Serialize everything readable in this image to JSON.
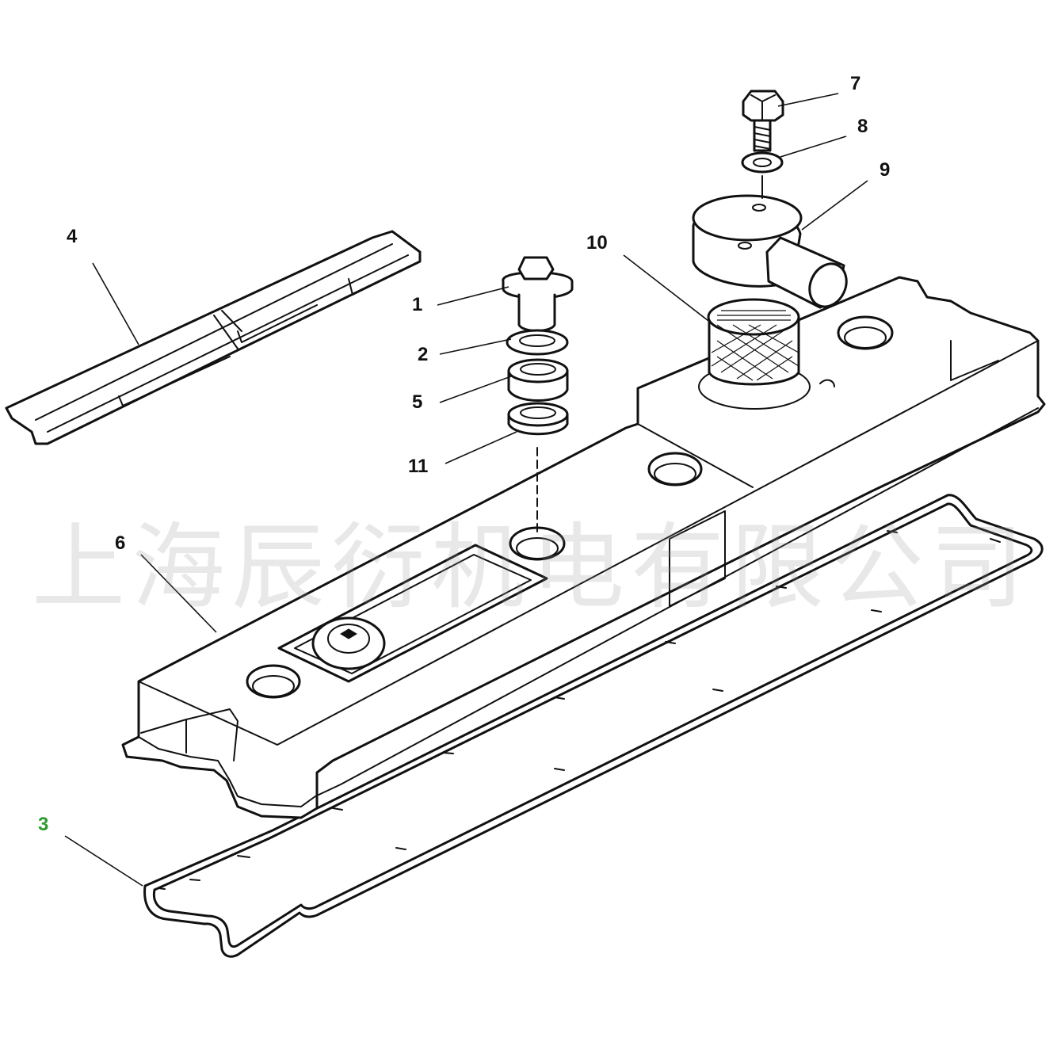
{
  "watermark": {
    "text": "上海辰衍机电有限公司"
  },
  "colors": {
    "line": "#111111",
    "background": "#ffffff",
    "highlight_label": "#2e9b2e",
    "watermark": "#969696"
  },
  "callouts": [
    {
      "id": "1",
      "text": "1"
    },
    {
      "id": "2",
      "text": "2"
    },
    {
      "id": "3",
      "text": "3",
      "highlighted": true
    },
    {
      "id": "4",
      "text": "4"
    },
    {
      "id": "5",
      "text": "5"
    },
    {
      "id": "6",
      "text": "6"
    },
    {
      "id": "7",
      "text": "7"
    },
    {
      "id": "8",
      "text": "8"
    },
    {
      "id": "9",
      "text": "9"
    },
    {
      "id": "10",
      "text": "10"
    },
    {
      "id": "11",
      "text": "11"
    }
  ]
}
